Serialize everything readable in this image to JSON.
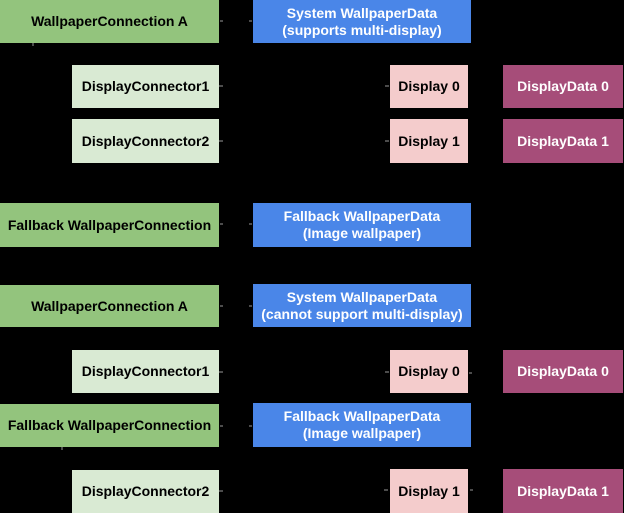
{
  "colors": {
    "background": "#000000",
    "green": "#93c47d",
    "light_green": "#d9ead3",
    "blue": "#4a86e8",
    "pink": "#f4cccc",
    "magenta": "#a64d79",
    "text_dark": "#000000",
    "text_light": "#ffffff",
    "tick": "#4c4c4c"
  },
  "scenario_multi": {
    "wallpaper_connection": "WallpaperConnection A",
    "system_wallpaper_data_line1": "System WallpaperData",
    "system_wallpaper_data_line2": "(supports multi-display)",
    "display_connector_1": "DisplayConnector1",
    "display_connector_2": "DisplayConnector2",
    "display_0": "Display 0",
    "display_1": "Display 1",
    "display_data_0": "DisplayData 0",
    "display_data_1": "DisplayData 1",
    "fallback_connection": "Fallback WallpaperConnection",
    "fallback_wallpaper_data_line1": "Fallback WallpaperData",
    "fallback_wallpaper_data_line2": "(Image wallpaper)"
  },
  "scenario_single": {
    "wallpaper_connection": "WallpaperConnection A",
    "system_wallpaper_data_line1": "System WallpaperData",
    "system_wallpaper_data_line2": "(cannot support multi-display)",
    "display_connector_1": "DisplayConnector1",
    "display_connector_2": "DisplayConnector2",
    "display_0": "Display 0",
    "display_1": "Display 1",
    "display_data_0": "DisplayData 0",
    "display_data_1": "DisplayData 1",
    "fallback_connection": "Fallback WallpaperConnection",
    "fallback_wallpaper_data_line1": "Fallback WallpaperData",
    "fallback_wallpaper_data_line2": "(Image wallpaper)"
  }
}
